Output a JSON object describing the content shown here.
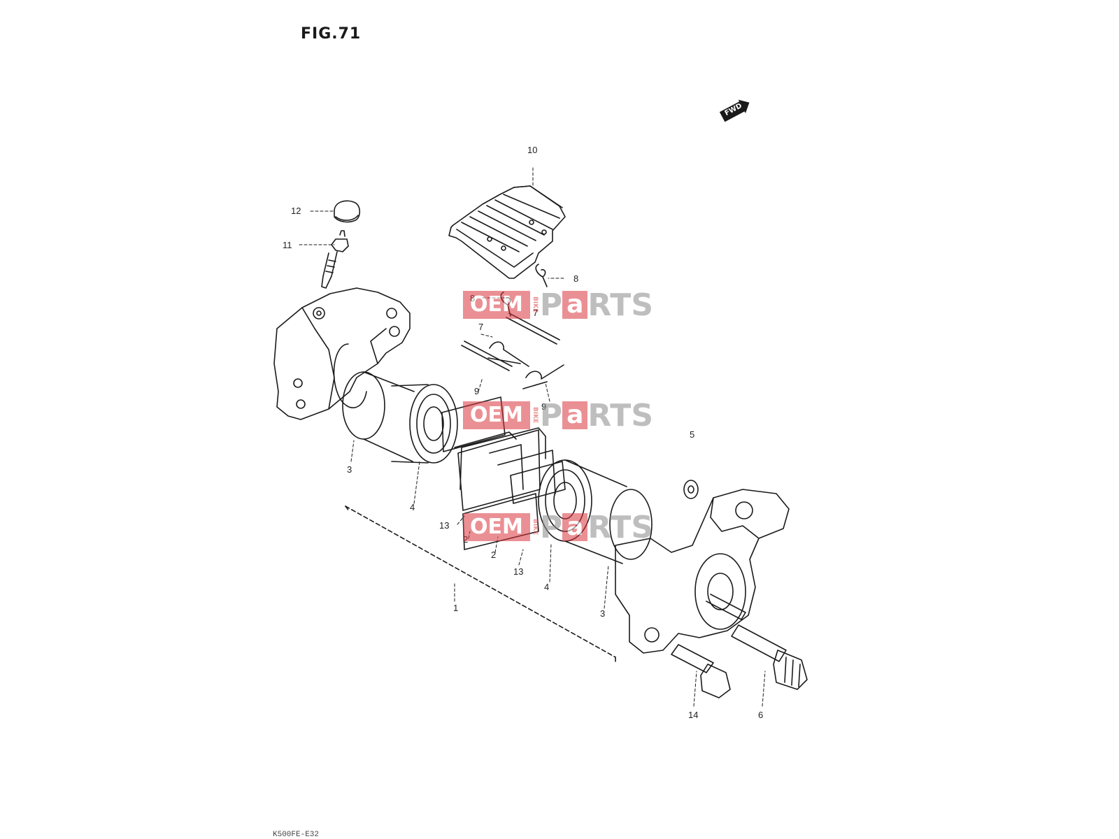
{
  "figure": {
    "title": "FIG.71",
    "footer": "K500FE-E32"
  },
  "direction_badge": {
    "label": "FWD",
    "icon": "forward-arrow-icon"
  },
  "watermark": {
    "left": "OEM",
    "side": "BIKE",
    "p": "P",
    "a": "a",
    "rts": "RTS"
  },
  "callouts": [
    "10",
    "12",
    "11",
    "8",
    "8",
    "7",
    "7",
    "9",
    "9",
    "5",
    "3",
    "4",
    "13",
    "2",
    "2",
    "13",
    "4",
    "3",
    "1",
    "14",
    "6"
  ],
  "colors": {
    "ink": "#1a1a1a",
    "watermark_red": "#d9363e",
    "watermark_gray": "#8a8a8a"
  }
}
